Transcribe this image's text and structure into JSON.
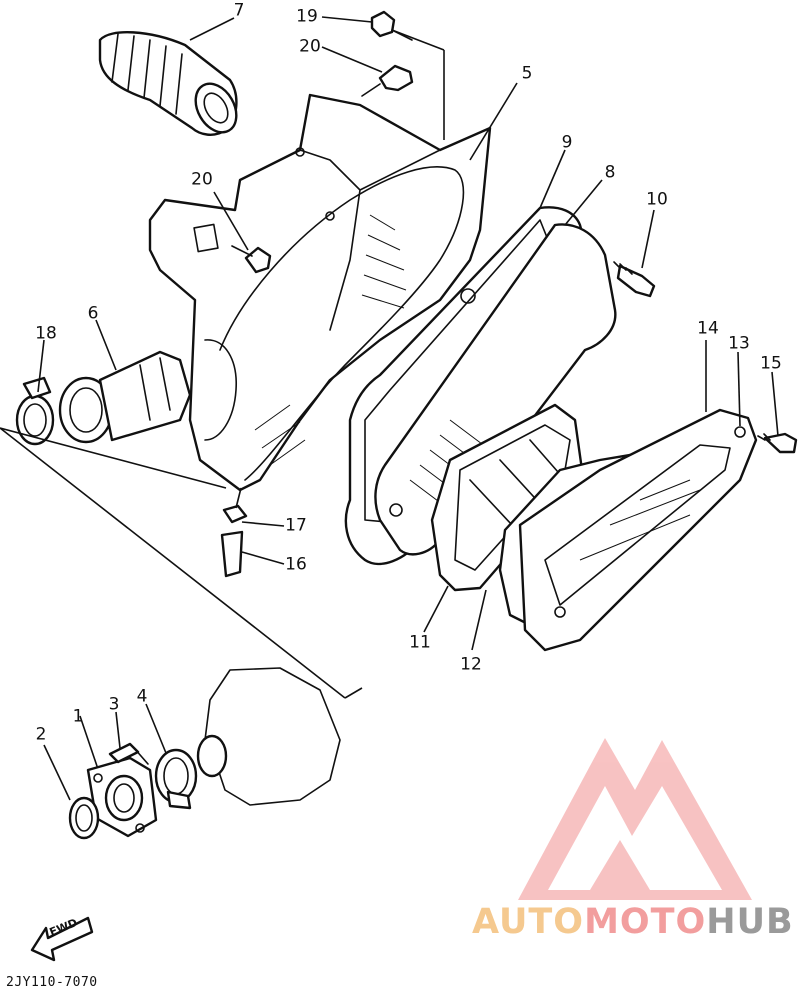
{
  "diagram": {
    "reference_code": "2JY110-7070",
    "fwd_label": "FWD",
    "callouts": [
      "1",
      "2",
      "3",
      "4",
      "5",
      "6",
      "7",
      "8",
      "9",
      "10",
      "11",
      "12",
      "13",
      "14",
      "15",
      "16",
      "17",
      "18",
      "19",
      "20",
      "20"
    ]
  },
  "watermark": {
    "part1": "AUTO",
    "part2": "MOTO",
    "part3": "HUB",
    "colors": {
      "auto": "#f5c98f",
      "moto": "#f29e9e",
      "hub": "#9a9a9a",
      "logo": "#f29e9e"
    }
  }
}
